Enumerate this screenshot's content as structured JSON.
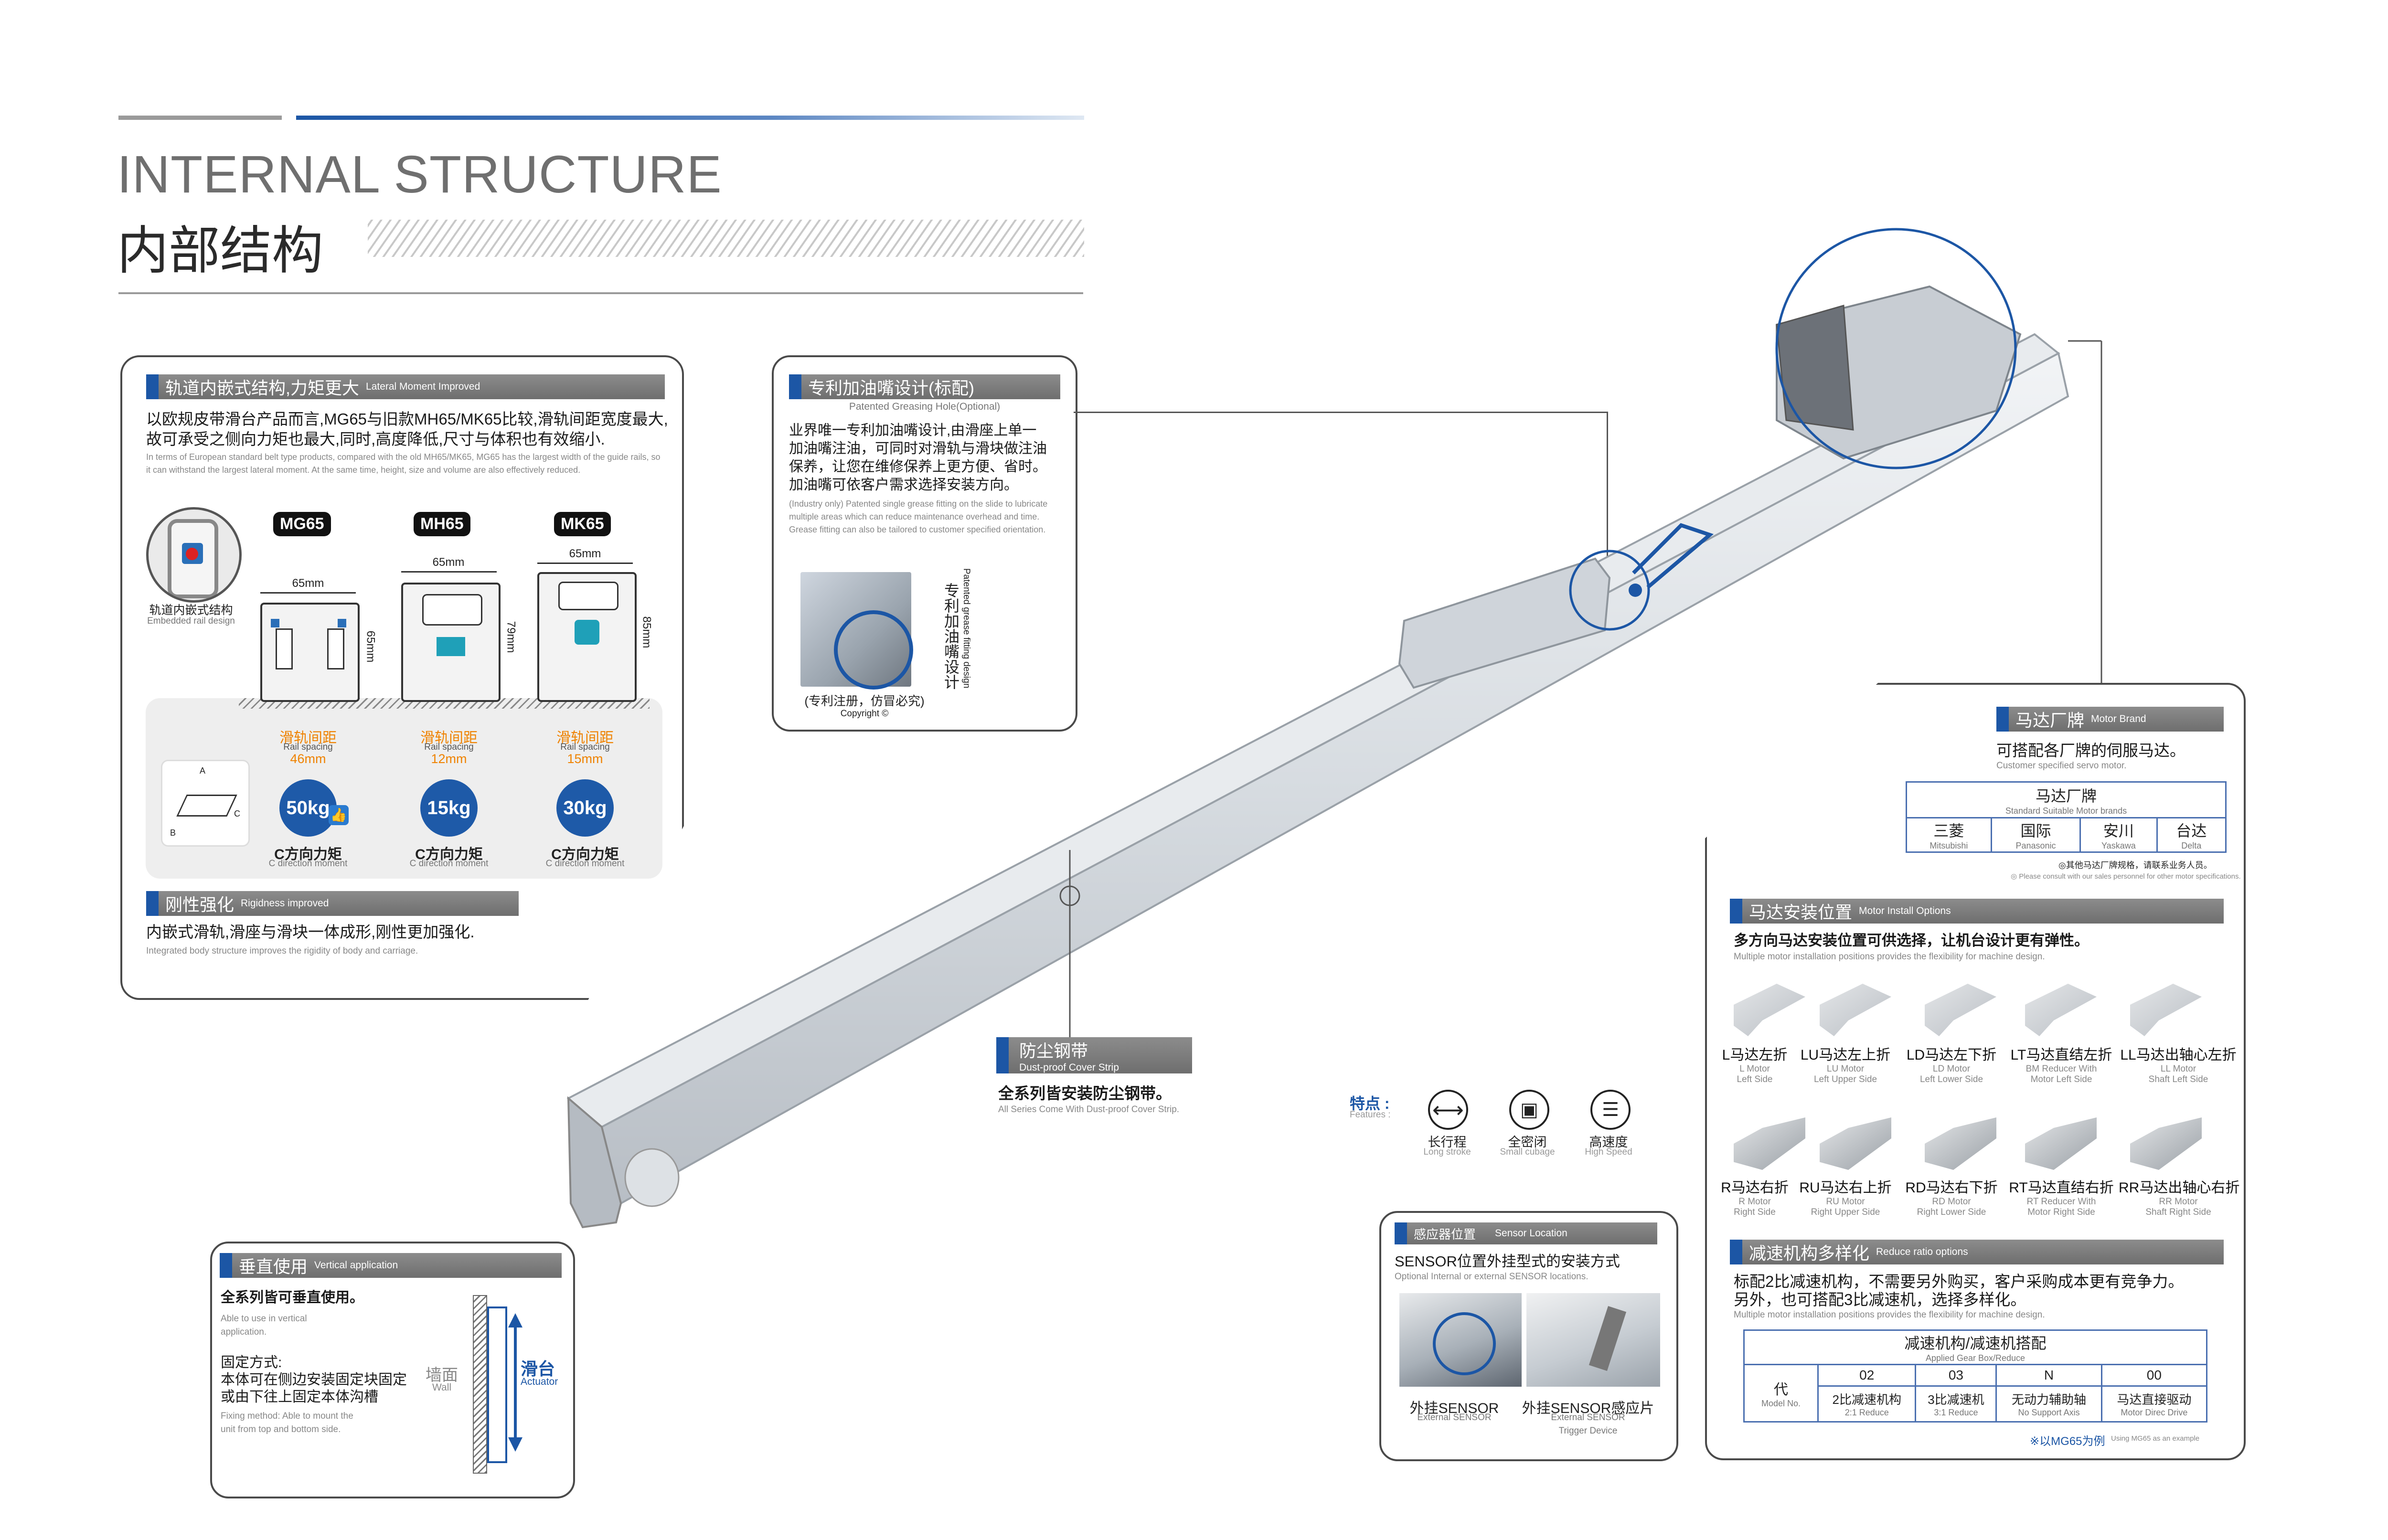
{
  "title": {
    "en": "INTERNAL STRUCTURE",
    "cn": "内部结构"
  },
  "lateral": {
    "header_cn": "轨道内嵌式结构,力矩更大",
    "header_en": "Lateral Moment Improved",
    "desc_cn_1": "以欧规皮带滑台产品而言,MG65与旧款MH65/MK65比较,滑轨间距宽度最大,",
    "desc_cn_2": "故可承受之侧向力矩也最大,同时,高度降低,尺寸与体积也有效缩小.",
    "desc_en": "In terms of European standard belt type products, compared with the old MH65/MK65, MG65 has the largest width of the guide rails, so it can withstand the largest lateral moment. At the same time, height, size and volume are also effectively reduced.",
    "embedded_cn": "轨道内嵌式结构",
    "embedded_en": "Embedded rail design",
    "models": [
      {
        "name": "MG65",
        "width": "65mm",
        "height": "65mm",
        "spacing_cn": "滑轨间距",
        "spacing_en": "Rail spacing",
        "spacing": "46mm",
        "load": "50kg"
      },
      {
        "name": "MH65",
        "width": "65mm",
        "height": "79mm",
        "spacing_cn": "滑轨间距",
        "spacing_en": "Rail spacing",
        "spacing": "12mm",
        "load": "15kg"
      },
      {
        "name": "MK65",
        "width": "65mm",
        "height": "85mm",
        "spacing_cn": "滑轨间距",
        "spacing_en": "Rail spacing",
        "spacing": "15mm",
        "load": "30kg"
      }
    ],
    "moment_cn": "C方向力矩",
    "moment_en": "C direction moment",
    "axis_a": "A",
    "axis_b": "B",
    "axis_c": "C"
  },
  "rigidity": {
    "header_cn": "刚性强化",
    "header_en": "Rigidness improved",
    "desc_cn": "内嵌式滑轨,滑座与滑块一体成形,刚性更加强化.",
    "desc_en": "Integrated body structure improves the rigidity of body and carriage."
  },
  "greasing": {
    "header_cn": "专利加油嘴设计(标配)",
    "header_en": "Patented Greasing Hole(Optional)",
    "desc_cn_1": "业界唯一专利加油嘴设计,由滑座上单一",
    "desc_cn_2": "加油嘴注油，可同时对滑轨与滑块做注油",
    "desc_cn_3": "保养，让您在维修保养上更方便、省时。",
    "desc_cn_4": "加油嘴可依客户需求选择安装方向。",
    "desc_en": "(Industry only) Patented single grease fitting on the slide to lubricate multiple areas which can reduce maintenance overhead and time. Grease fitting can also be tailored to customer specified orientation.",
    "side_cn": "专利加油嘴设计",
    "side_en": "Patented grease fitting design",
    "patent_cn": "(专利注册，仿冒必究)",
    "copyright": "Copyright ©"
  },
  "motor_brand": {
    "header_cn": "马达厂牌",
    "header_en": "Motor Brand",
    "desc_cn": "可搭配各厂牌的伺服马达。",
    "desc_en": "Customer specified servo motor.",
    "table_title_cn": "马达厂牌",
    "table_title_en": "Standard Suitable Motor brands",
    "brands": [
      {
        "cn": "三菱",
        "en": "Mitsubishi"
      },
      {
        "cn": "国际",
        "en": "Panasonic"
      },
      {
        "cn": "安川",
        "en": "Yaskawa"
      },
      {
        "cn": "台达",
        "en": "Delta"
      }
    ],
    "note_cn": "◎其他马达厂牌规格，请联系业务人员。",
    "note_en": "◎ Please consult with our sales personnel for other motor specifications."
  },
  "motor_install": {
    "header_cn": "马达安装位置",
    "header_en": "Motor Install Options",
    "desc_cn": "多方向马达安装位置可供选择，让机台设计更有弹性。",
    "desc_en": "Multiple motor installation positions provides the flexibility for machine design.",
    "row1": [
      {
        "cn": "L马达左折",
        "en1": "L Motor",
        "en2": "Left Side"
      },
      {
        "cn": "LU马达左上折",
        "en1": "LU Motor",
        "en2": "Left Upper Side"
      },
      {
        "cn": "LD马达左下折",
        "en1": "LD Motor",
        "en2": "Left Lower Side"
      },
      {
        "cn": "LT马达直结左折",
        "en1": "BM Reducer With",
        "en2": "Motor Left Side"
      },
      {
        "cn": "LL马达出轴心左折",
        "en1": "LL Motor",
        "en2": "Shaft Left Side"
      }
    ],
    "row2": [
      {
        "cn": "R马达右折",
        "en1": "R Motor",
        "en2": "Right Side"
      },
      {
        "cn": "RU马达右上折",
        "en1": "RU Motor",
        "en2": "Right Upper Side"
      },
      {
        "cn": "RD马达右下折",
        "en1": "RD Motor",
        "en2": "Right Lower Side"
      },
      {
        "cn": "RT马达直结右折",
        "en1": "RT Reducer With",
        "en2": "Motor Right Side"
      },
      {
        "cn": "RR马达出轴心右折",
        "en1": "RR Motor",
        "en2": "Shaft Right Side"
      }
    ]
  },
  "reducer": {
    "header_cn": "减速机构多样化",
    "header_en": "Reduce ratio options",
    "desc_cn_1": "标配2比减速机构，不需要另外购买，客户采购成本更有竞争力。",
    "desc_cn_2": "另外，也可搭配3比减速机，选择多样化。",
    "desc_en": "Multiple motor installation positions provides the flexibility for machine design.",
    "table_title_cn": "减速机构/减速机搭配",
    "table_title_en": "Applied Gear Box/Reduce",
    "code_cn": "代",
    "code_en": "Model No.",
    "cols": [
      {
        "code": "02",
        "cn": "2比减速机构",
        "en": "2:1 Reduce"
      },
      {
        "code": "03",
        "cn": "3比减速机",
        "en": "3:1 Reduce"
      },
      {
        "code": "N",
        "cn": "无动力辅助轴",
        "en": "No Support Axis"
      },
      {
        "code": "00",
        "cn": "马达直接驱动",
        "en": "Motor Direc Drive"
      }
    ],
    "note_cn": "※以MG65为例",
    "note_en": "Using MG65 as an example"
  },
  "dust": {
    "header_cn": "防尘钢带",
    "header_en": "Dust-proof Cover Strip",
    "desc_cn": "全系列皆安装防尘钢带。",
    "desc_en": "All Series Come With Dust-proof Cover Strip."
  },
  "features": {
    "label_cn": "特点 :",
    "label_en": "Features :",
    "items": [
      {
        "cn": "长行程",
        "en": "Long stroke",
        "icon": "double-arrow-icon"
      },
      {
        "cn": "全密闭",
        "en": "Small cubage",
        "icon": "sealed-box-icon"
      },
      {
        "cn": "高速度",
        "en": "High Speed",
        "icon": "speed-icon"
      }
    ]
  },
  "vertical": {
    "header_cn": "垂直使用",
    "header_en": "Vertical application",
    "desc_cn": "全系列皆可垂直使用。",
    "desc_en": "Able to use in vertical application.",
    "fix_cn_1": "固定方式:",
    "fix_cn_2": "本体可在侧边安装固定块固定",
    "fix_cn_3": "或由下往上固定本体沟槽",
    "fix_en": "Fixing method: Able to mount the unit from top and bottom side.",
    "wall_cn": "墙面",
    "wall_en": "Wall",
    "actuator_cn": "滑台",
    "actuator_en": "Actuator"
  },
  "sensor": {
    "header_cn": "感应器位置",
    "header_en": "Sensor Location",
    "desc_cn": "SENSOR位置外挂型式的安装方式",
    "desc_en": "Optional Internal or external SENSOR locations.",
    "cap1_cn": "外挂SENSOR",
    "cap1_en": "External SENSOR",
    "cap2_cn": "外挂SENSOR感应片",
    "cap2_en1": "External SENSOR",
    "cap2_en2": "Trigger Device"
  },
  "colors": {
    "accent_blue": "#1c56a5",
    "header_gray": "#7a7a7a",
    "orange": "#ef8200",
    "border": "#4a4a4a"
  }
}
